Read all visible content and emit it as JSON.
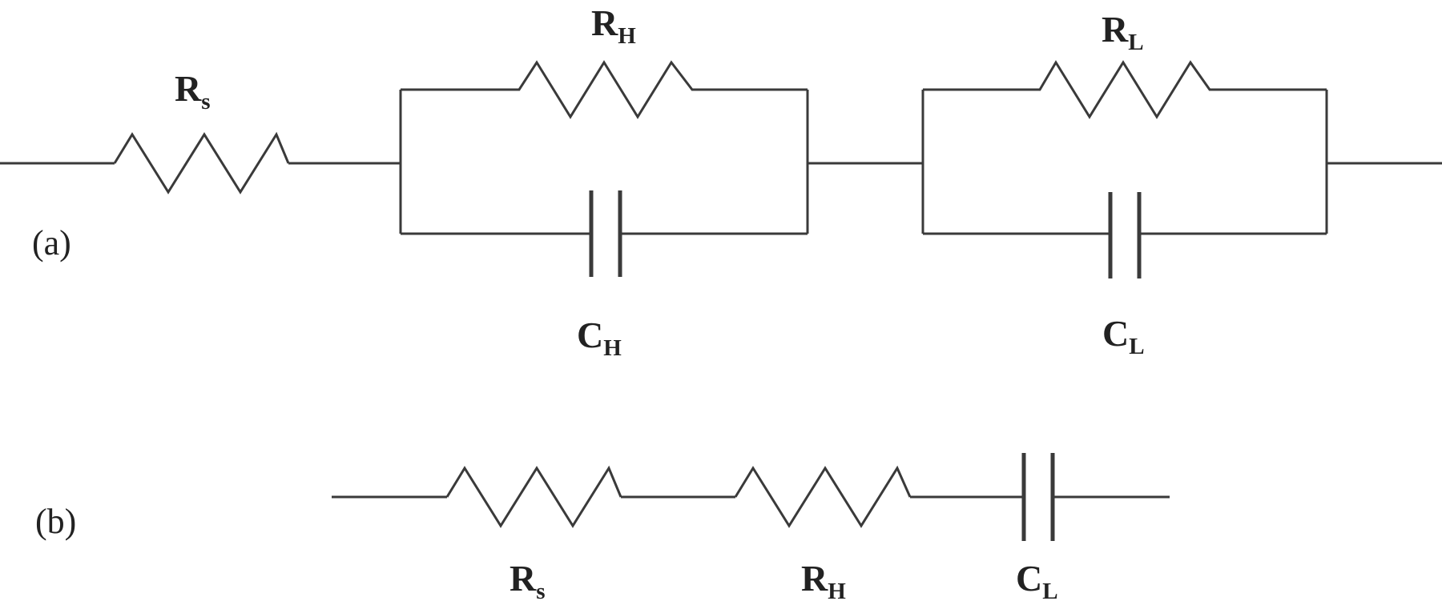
{
  "diagram": {
    "panel_a": {
      "label": "(a)",
      "components": {
        "rs": {
          "main": "R",
          "sub": "s"
        },
        "rh": {
          "main": "R",
          "sub": "H"
        },
        "ch": {
          "main": "C",
          "sub": "H"
        },
        "rl": {
          "main": "R",
          "sub": "L"
        },
        "cl": {
          "main": "C",
          "sub": "L"
        }
      }
    },
    "panel_b": {
      "label": "(b)",
      "components": {
        "rs": {
          "main": "R",
          "sub": "s"
        },
        "rh": {
          "main": "R",
          "sub": "H"
        },
        "cl": {
          "main": "C",
          "sub": "L"
        }
      }
    },
    "colors": {
      "wire": "#3a3a3a",
      "text": "#222222",
      "background": "#ffffff"
    }
  }
}
